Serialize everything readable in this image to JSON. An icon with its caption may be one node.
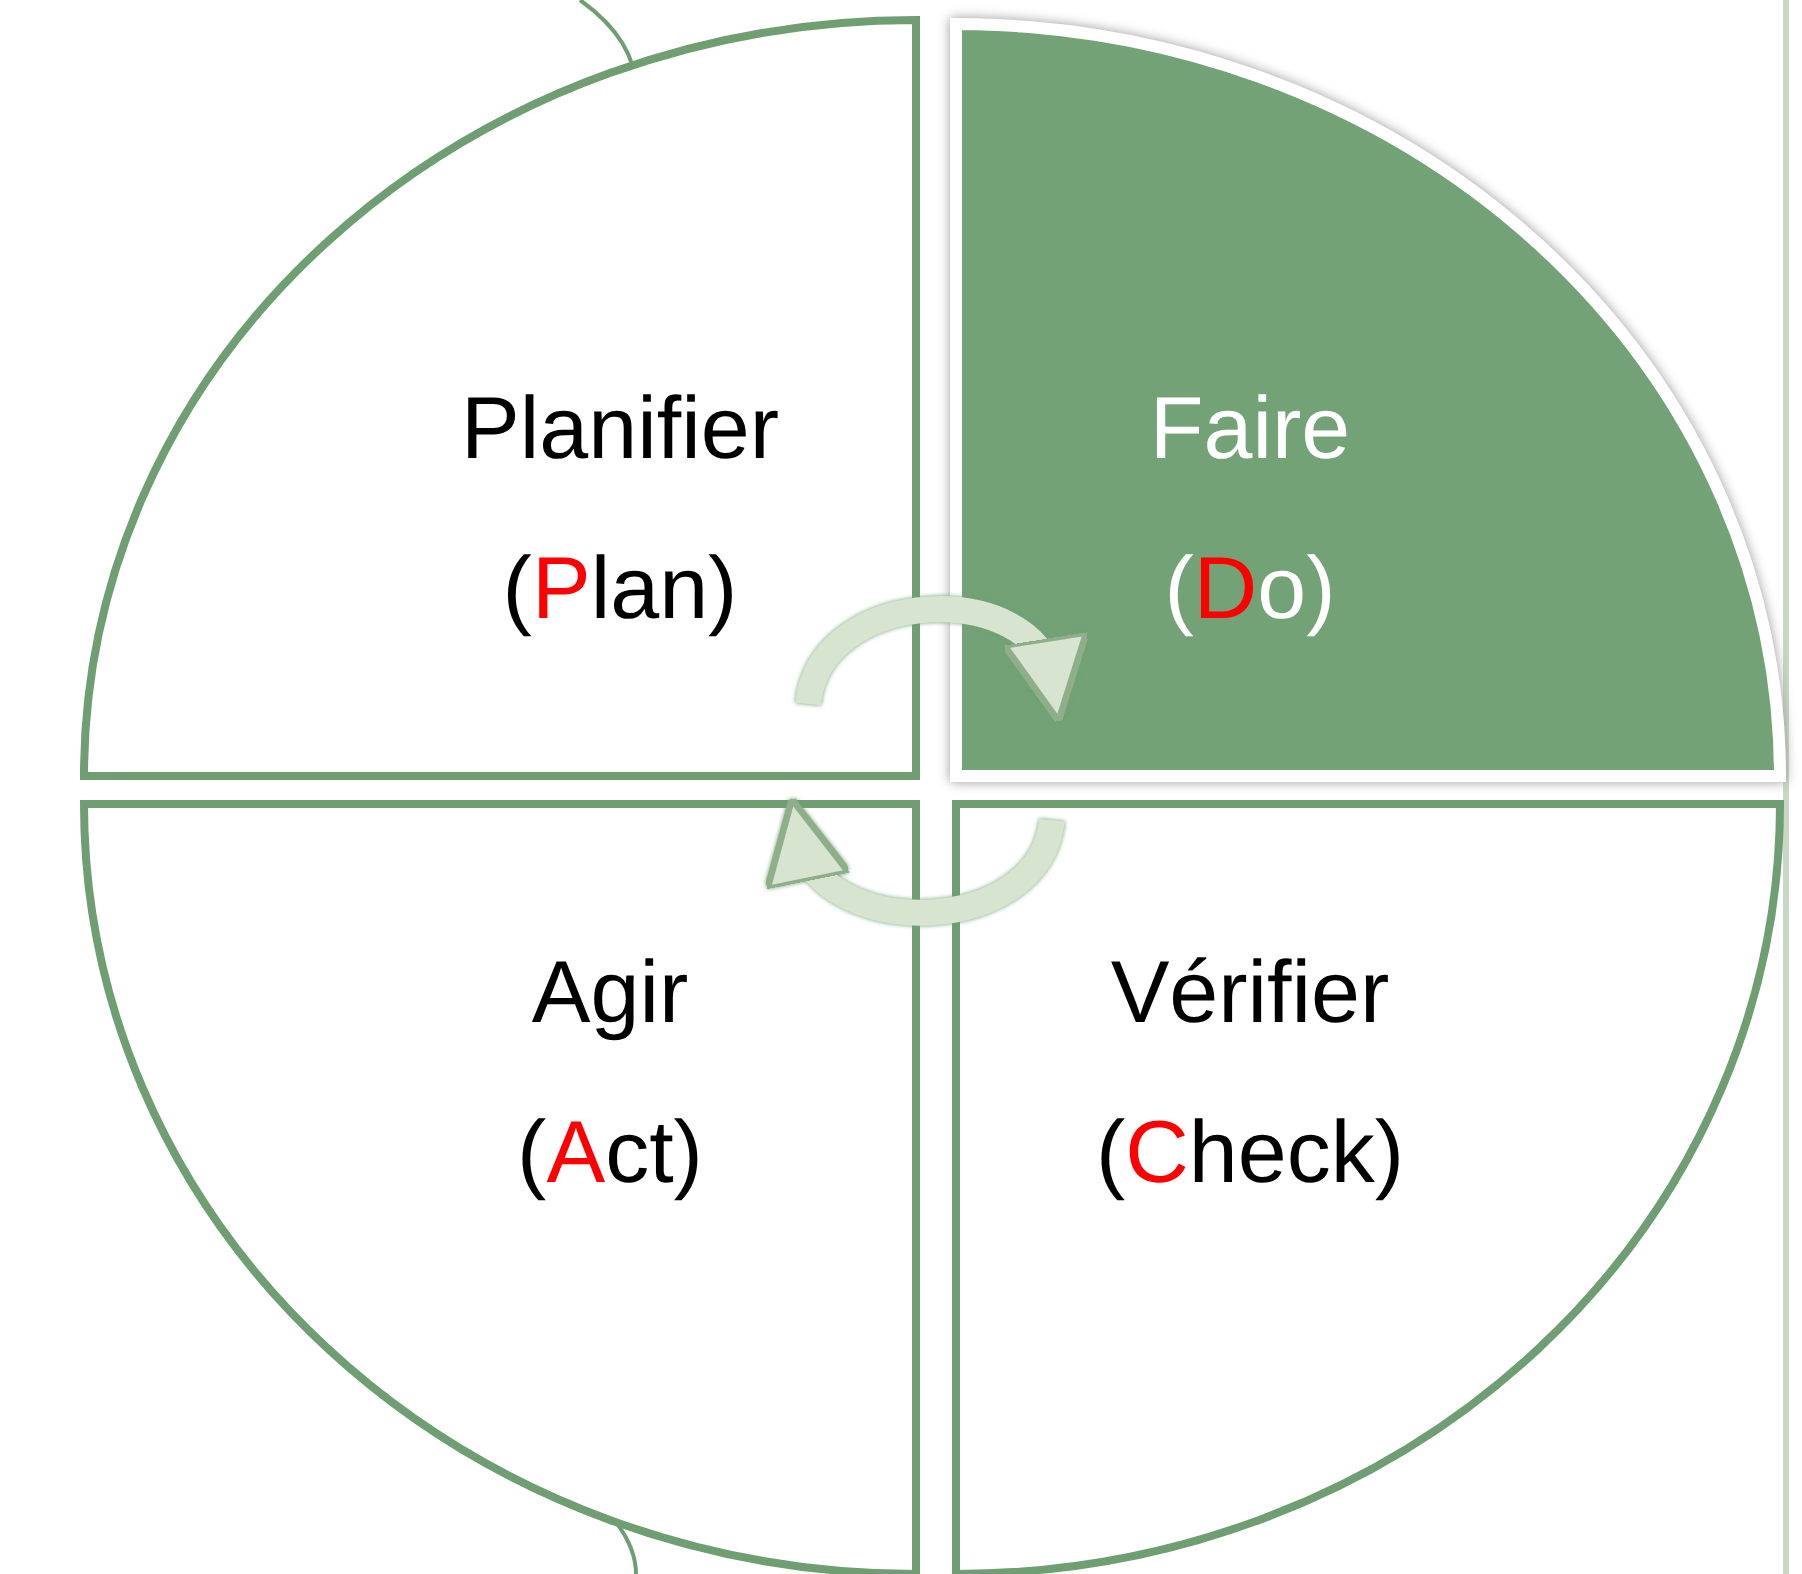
{
  "diagram": {
    "nodes": [
      {
        "text": [
          "Planifier",
          "(Plan)"
        ]
      },
      {
        "text": [
          "Faire",
          "(Do)"
        ]
      },
      {
        "text": [
          "Agir",
          "(Act)"
        ]
      },
      {
        "text": [
          "Vérifier",
          "(Check)"
        ]
      }
    ],
    "edges": [
      {
        "from": 0,
        "to": 1,
        "arrow": "to"
      },
      {
        "from": 3,
        "to": 2,
        "arrow": "to"
      }
    ]
  }
}
